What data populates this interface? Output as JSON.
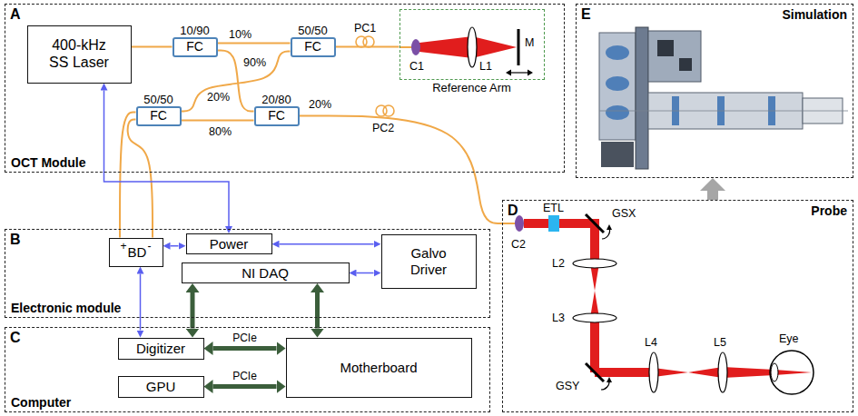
{
  "diagram": {
    "nodes": [
      {
        "text": [
          "A",
          "OCT Module"
        ]
      },
      {
        "text": [
          "400-kHz SS Laser"
        ],
        "in": 0
      },
      {
        "text": [
          "10/90",
          "FC"
        ],
        "in": 0
      },
      {
        "text": [
          "50/50",
          "FC"
        ],
        "in": 0
      },
      {
        "text": [
          "Reference Arm"
        ],
        "in": 0
      },
      {
        "text": [
          "50/50",
          "FC"
        ],
        "in": 0
      },
      {
        "text": [
          "20/80",
          "FC"
        ],
        "in": 0
      },
      {
        "text": [
          "E",
          "Simulation"
        ]
      },
      {
        "text": [
          "B",
          "Electronic module"
        ]
      },
      {
        "text": [
          "+",
          "BD",
          "-"
        ],
        "in": 8
      },
      {
        "text": [
          "Power"
        ],
        "in": 8
      },
      {
        "text": [
          "Galvo Driver"
        ],
        "in": 8
      },
      {
        "text": [
          "NI DAQ"
        ],
        "in": 8
      },
      {
        "text": [
          "D",
          "Probe"
        ]
      },
      {
        "text": [
          "C",
          "Computer"
        ]
      },
      {
        "text": [
          "Digitizer"
        ],
        "in": 14
      },
      {
        "text": [
          "Motherboard"
        ],
        "in": 14
      },
      {
        "text": [
          "GPU"
        ],
        "in": 14
      }
    ],
    "edges": [
      {
        "from": 1,
        "to": 2,
        "arrow": "none"
      },
      {
        "from": 2,
        "to": 3,
        "arrow": "none"
      },
      {
        "from": 2,
        "to": 6,
        "arrow": "none"
      },
      {
        "from": 3,
        "to": 4,
        "arrow": "none"
      },
      {
        "from": 3,
        "to": 5,
        "arrow": "none"
      },
      {
        "from": 6,
        "to": 5,
        "arrow": "none"
      },
      {
        "from": 6,
        "to": 13,
        "arrow": "none"
      },
      {
        "from": 5,
        "to": 9,
        "arrow": "none"
      },
      {
        "from": 5,
        "to": 9,
        "arrow": "none"
      },
      {
        "from": 1,
        "to": 10,
        "arrow": "both"
      },
      {
        "from": 9,
        "to": 10,
        "arrow": "both"
      },
      {
        "from": 10,
        "to": 11,
        "arrow": "both"
      },
      {
        "from": 12,
        "to": 11,
        "arrow": "both"
      },
      {
        "from": 9,
        "to": 15,
        "arrow": "both"
      },
      {
        "from": 12,
        "to": 15,
        "arrow": "both"
      },
      {
        "from": 12,
        "to": 16,
        "arrow": "both"
      },
      {
        "from": 15,
        "to": 16,
        "label": "PCIe",
        "arrow": "both"
      },
      {
        "from": 17,
        "to": 16,
        "label": "PCIe",
        "arrow": "both"
      },
      {
        "from": 13,
        "to": 7,
        "arrow": "to"
      }
    ],
    "labels": [
      "10%",
      "90%",
      "PC1",
      "C1",
      "L1",
      "M",
      "20%",
      "80%",
      "20%",
      "PC2",
      "C2",
      "ETL",
      "GSX",
      "L2",
      "L3",
      "GSY",
      "L4",
      "L5",
      "Eye"
    ]
  }
}
